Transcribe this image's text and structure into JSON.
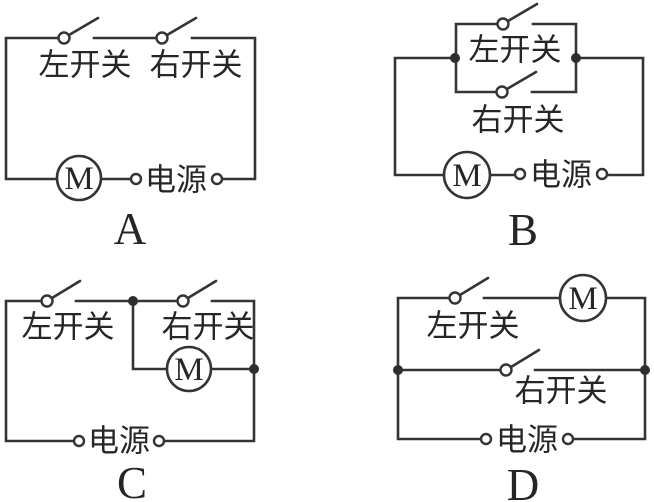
{
  "figure": {
    "kind": "circuit-diagram-options",
    "options": [
      {
        "letter": "A",
        "left_switch": "左开关",
        "right_switch": "右开关",
        "motor": "M",
        "power": "电源",
        "wiring": "left switch and right switch in series on top wire; motor and power source in series on bottom wire of a single loop"
      },
      {
        "letter": "B",
        "left_switch": "左开关",
        "right_switch": "右开关",
        "motor": "M",
        "power": "电源",
        "wiring": "left switch and right switch connected in parallel between two junction nodes; that pair in series with motor and power source"
      },
      {
        "letter": "C",
        "left_switch": "左开关",
        "right_switch": "右开关",
        "motor": "M",
        "power": "电源",
        "wiring": "right switch in parallel with motor; combination in series with left switch and power source"
      },
      {
        "letter": "D",
        "left_switch": "左开关",
        "right_switch": "右开关",
        "motor": "M",
        "power": "电源",
        "wiring": "upper branch with left switch and motor in parallel with middle branch with right switch; power source on bottom wire between the junction rails"
      }
    ]
  },
  "colors": {
    "line": "#343434",
    "text": "#262626",
    "background": "#ffffff"
  }
}
